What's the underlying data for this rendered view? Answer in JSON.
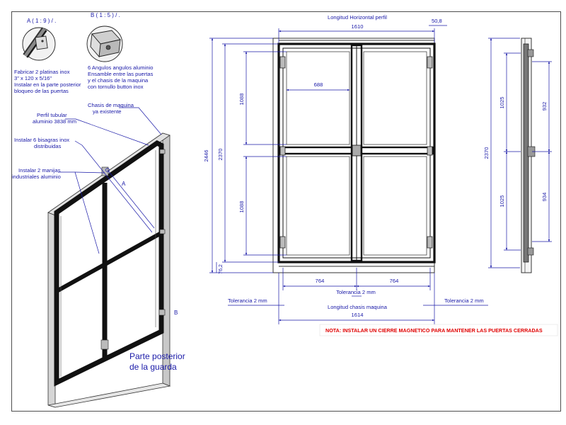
{
  "detail_a": {
    "label": "A ( 1 : 9 ) / .",
    "note": [
      "Fabricar 2 platinas inox",
      "3\" x 120 x 5/16\"",
      "Instalar en la parte posterior",
      "bloqueo de las puertas"
    ]
  },
  "detail_b": {
    "label": "B ( 1 : 5 ) / .",
    "note": [
      "6 Angulos angulos aluminio",
      "Ensamble entre las puertas",
      "y el chasis de la maquina",
      "con tornullo button inox"
    ]
  },
  "iso_view": {
    "callouts": {
      "chasis": [
        "Chasis de maquina",
        "ya existente"
      ],
      "perfil": [
        "Perfil tubular",
        "aluminio 3838 mm"
      ],
      "bisagras": [
        "Instalar 6 bisagras inox",
        "distribuidas"
      ],
      "manijas": [
        "Instalar 2 manijas",
        "industriales aluminio"
      ]
    },
    "marker_a": "A",
    "marker_b": "B",
    "caption": [
      "Parte posterior",
      "de la guarda"
    ]
  },
  "front_view": {
    "top_label": "Longitud Horizontal perfil",
    "top_width": "1610",
    "offset": "50,8",
    "overall_height": "2446",
    "inner_height": "2370",
    "upper_panel": "1088",
    "lower_panel": "1088",
    "panel_width": "688",
    "bottom_offset": "76,2",
    "left_door": "764",
    "right_door": "764",
    "tolerance_left": "Tolerancia 2 mm",
    "tolerance_center": "Tolerancia 2 mm",
    "tolerance_right": "Tolerancia 2 mm",
    "chassis_label": "Longitud chasis maquina",
    "chassis_width": "1614"
  },
  "side_view": {
    "height": "2370",
    "upper": "1025",
    "lower": "1025",
    "right_upper": "932",
    "right_lower": "934"
  },
  "warning_note": "NOTA: INSTALAR UN CIERRE MAGNETICO PARA MANTENER LAS PUERTAS CERRADAS",
  "colors": {
    "dimension": "#1a1aa8",
    "warning": "#e00000",
    "frame": "#111111"
  }
}
